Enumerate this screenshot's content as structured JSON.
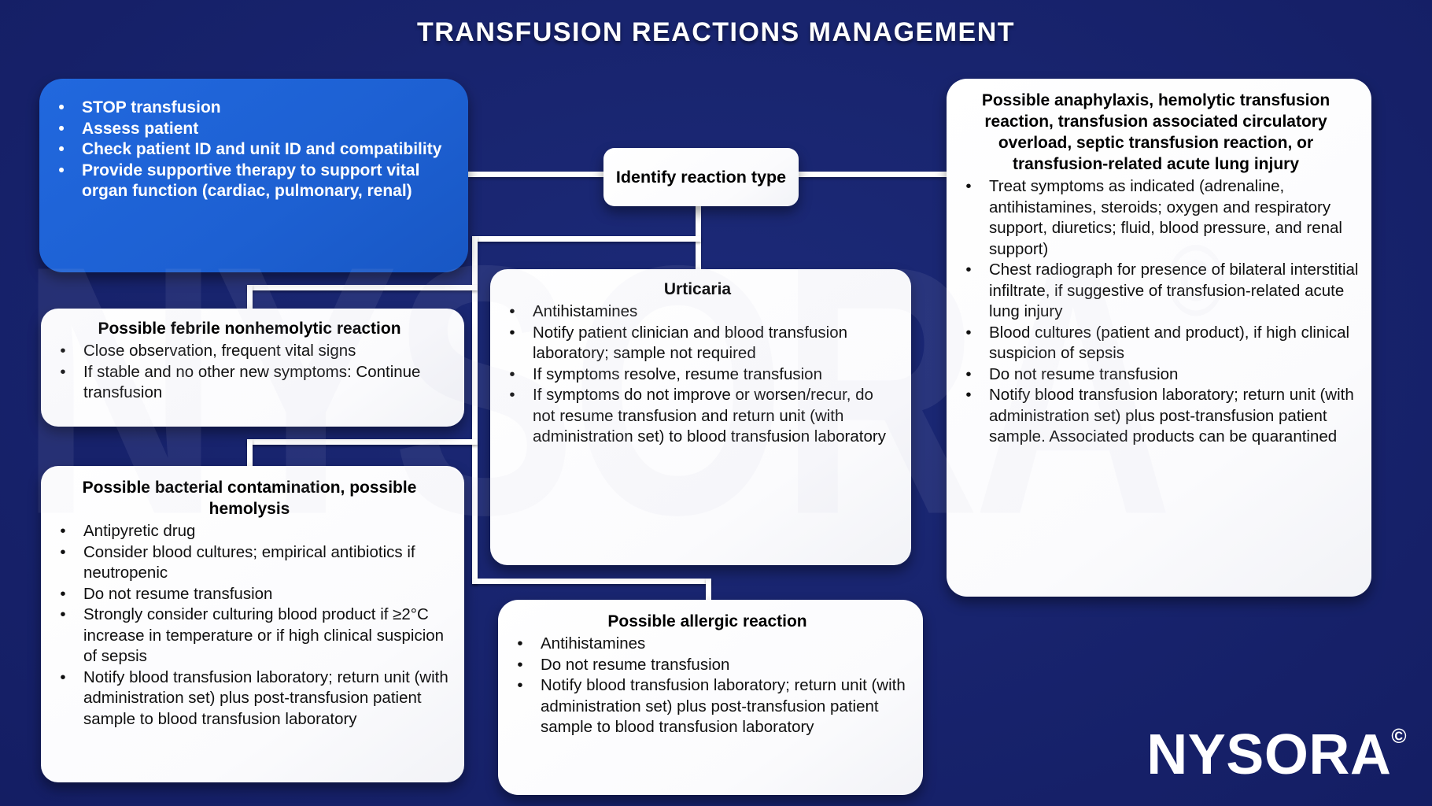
{
  "title": "TRANSFUSION REACTIONS MANAGEMENT",
  "initial_actions": {
    "items": [
      "STOP transfusion",
      "Assess patient",
      "Check patient ID and unit ID and compatibility",
      "Provide supportive therapy to support vital organ function (cardiac, pulmonary, renal)"
    ]
  },
  "identify": {
    "label": "Identify reaction type"
  },
  "boxes": {
    "febrile": {
      "title": "Possible febrile nonhemolytic reaction",
      "items": [
        "Close observation, frequent vital signs",
        "If stable and no other new symptoms: Continue transfusion"
      ]
    },
    "bacterial": {
      "title": "Possible bacterial contamination, possible hemolysis",
      "items": [
        "Antipyretic drug",
        "Consider blood cultures; empirical antibiotics if neutropenic",
        "Do not resume transfusion",
        "Strongly consider culturing blood product if ≥2°C increase in temperature or if high clinical suspicion of sepsis",
        "Notify blood transfusion laboratory; return unit (with administration set) plus post-transfusion patient sample to blood transfusion laboratory"
      ]
    },
    "urticaria": {
      "title": "Urticaria",
      "items": [
        "Antihistamines",
        "Notify patient clinician and blood transfusion laboratory; sample not required",
        "If symptoms resolve, resume transfusion",
        "If symptoms do not improve or worsen/recur, do not resume transfusion and return unit (with administration set) to blood transfusion laboratory"
      ]
    },
    "allergic": {
      "title": "Possible allergic reaction",
      "items": [
        "Antihistamines",
        "Do not resume transfusion",
        "Notify blood transfusion laboratory; return unit (with administration set) plus post-transfusion patient sample to blood transfusion laboratory"
      ]
    },
    "anaphylaxis": {
      "title": "Possible anaphylaxis, hemolytic transfusion reaction, transfusion associated circulatory overload, septic transfusion reaction, or transfusion-related acute lung injury",
      "items": [
        "Treat symptoms as indicated (adrenaline, antihistamines, steroids; oxygen and respiratory support, diuretics; fluid, blood pressure, and renal support)",
        "Chest radiograph for presence of bilateral interstitial infiltrate, if suggestive of transfusion-related acute lung injury",
        "Blood cultures (patient and product), if high clinical suspicion of sepsis",
        "Do not resume transfusion",
        "Notify blood transfusion laboratory; return unit (with administration set) plus post-transfusion patient sample. Associated products can be quarantined"
      ]
    }
  },
  "watermark": {
    "text": "NYSORA",
    "copyright": "©"
  },
  "logo": {
    "text": "NYSORA",
    "copyright": "©"
  },
  "colors": {
    "background": "#151f66",
    "primary_blue_box": "#1d60d2",
    "white_box": "#ffffff",
    "connector": "#ffffff",
    "title_text": "#ffffff",
    "box_text": "#0d0d0d"
  }
}
